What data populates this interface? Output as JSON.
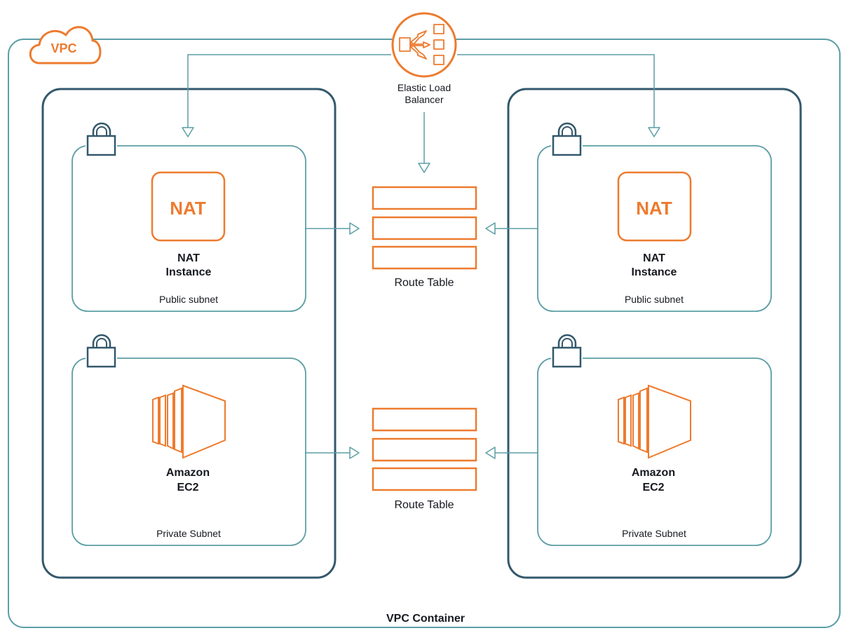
{
  "colors": {
    "teal": "#5c9ea5",
    "navy": "#33586c",
    "orange": "#ed7b2f",
    "text": "#16191f"
  },
  "vpc": {
    "badge": "VPC",
    "container_label": "VPC Container"
  },
  "elb": {
    "label_line1": "Elastic Load",
    "label_line2": "Balancer",
    "icon": "load-balancer-icon"
  },
  "route_tables": {
    "top_label": "Route Table",
    "bottom_label": "Route Table",
    "icon": "route-table-icon"
  },
  "left_az": {
    "public_subnet": {
      "label": "Public subnet",
      "nat_icon_text": "NAT",
      "nat_name_line1": "NAT",
      "nat_name_line2": "Instance"
    },
    "private_subnet": {
      "label": "Private Subnet",
      "ec2_name_line1": "Amazon",
      "ec2_name_line2": "EC2"
    }
  },
  "right_az": {
    "public_subnet": {
      "label": "Public subnet",
      "nat_icon_text": "NAT",
      "nat_name_line1": "NAT",
      "nat_name_line2": "Instance"
    },
    "private_subnet": {
      "label": "Private Subnet",
      "ec2_name_line1": "Amazon",
      "ec2_name_line2": "EC2"
    }
  },
  "icons": {
    "lock": "lock-icon",
    "cloud": "cloud-icon",
    "nat": "nat-gateway-icon",
    "ec2": "ec2-instance-icon"
  }
}
